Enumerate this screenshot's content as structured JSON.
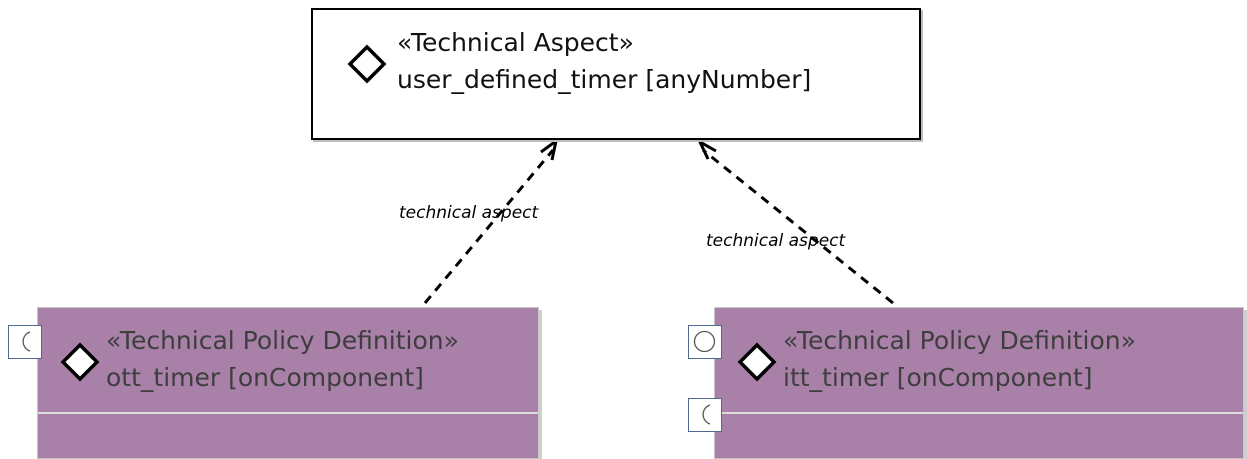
{
  "aspect": {
    "stereotype": "«Technical Aspect»",
    "name": "user_defined_timer [anyNumber]"
  },
  "policies": [
    {
      "stereotype": "«Technical Policy Definition»",
      "name": "ott_timer [onComponent]",
      "ports": [
        "required-port"
      ]
    },
    {
      "stereotype": "«Technical Policy Definition»",
      "name": "itt_timer [onComponent]",
      "ports": [
        "provided-port",
        "required-port"
      ]
    }
  ],
  "edges": [
    {
      "label": "technical aspect",
      "from": "ott_timer",
      "to": "user_defined_timer"
    },
    {
      "label": "technical aspect",
      "from": "itt_timer",
      "to": "user_defined_timer"
    }
  ],
  "colors": {
    "policy_fill": "#a880a8",
    "port_border": "#4e6a8e"
  },
  "icons": [
    "diamond-icon",
    "required-port-icon",
    "provided-port-icon"
  ]
}
